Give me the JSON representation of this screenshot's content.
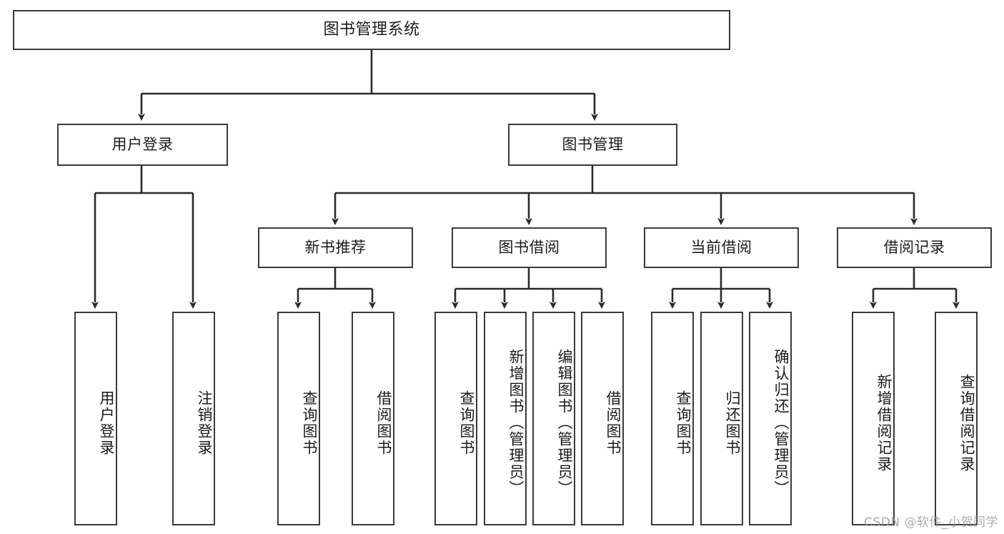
{
  "diagram": {
    "title": "图书管理系统",
    "type": "hierarchy-tree",
    "colors": {
      "node_border": "#3a3a3a",
      "node_fill": "#ffffff",
      "edge": "#2b2b2b",
      "text": "#1b1b1b",
      "background": "#ffffff",
      "watermark": "#9a9a9a"
    },
    "levels": {
      "root": [
        "图书管理系统"
      ],
      "level2": [
        "用户登录",
        "图书管理"
      ],
      "level3": [
        "新书推荐",
        "图书借阅",
        "当前借阅",
        "借阅记录"
      ],
      "leaves": [
        "用户登录",
        "注销登录",
        "查询图书",
        "借阅图书",
        "查询图书",
        "新增图书（管理员）",
        "编辑图书（管理员）",
        "借阅图书",
        "查询图书",
        "归还图书",
        "确认归还（管理员）",
        "新增借阅记录",
        "查询借阅记录"
      ]
    }
  },
  "nodes": {
    "root": {
      "label": "图书管理系统"
    },
    "user_login": {
      "label": "用户登录"
    },
    "book_manage": {
      "label": "图书管理"
    },
    "new_book_rec": {
      "label": "新书推荐"
    },
    "book_borrow": {
      "label": "图书借阅"
    },
    "current_borrow": {
      "label": "当前借阅"
    },
    "borrow_record": {
      "label": "借阅记录"
    },
    "leaf_user_login": {
      "label": "用户登录"
    },
    "leaf_logout": {
      "label": "注销登录"
    },
    "leaf_query_book_a": {
      "label": "查询图书"
    },
    "leaf_borrow_book_a": {
      "label": "借阅图书"
    },
    "leaf_query_book_b": {
      "label": "查询图书"
    },
    "leaf_add_book": {
      "label": "新增图书（管理员）"
    },
    "leaf_edit_book": {
      "label": "编辑图书（管理员）"
    },
    "leaf_borrow_book_b": {
      "label": "借阅图书"
    },
    "leaf_query_book_c": {
      "label": "查询图书"
    },
    "leaf_return_book": {
      "label": "归还图书"
    },
    "leaf_confirm_return": {
      "label": "确认归还（管理员）"
    },
    "leaf_add_record": {
      "label": "新增借阅记录"
    },
    "leaf_query_record": {
      "label": "查询借阅记录"
    }
  },
  "watermark": {
    "text": "CSDN @软件_小贺同学"
  }
}
